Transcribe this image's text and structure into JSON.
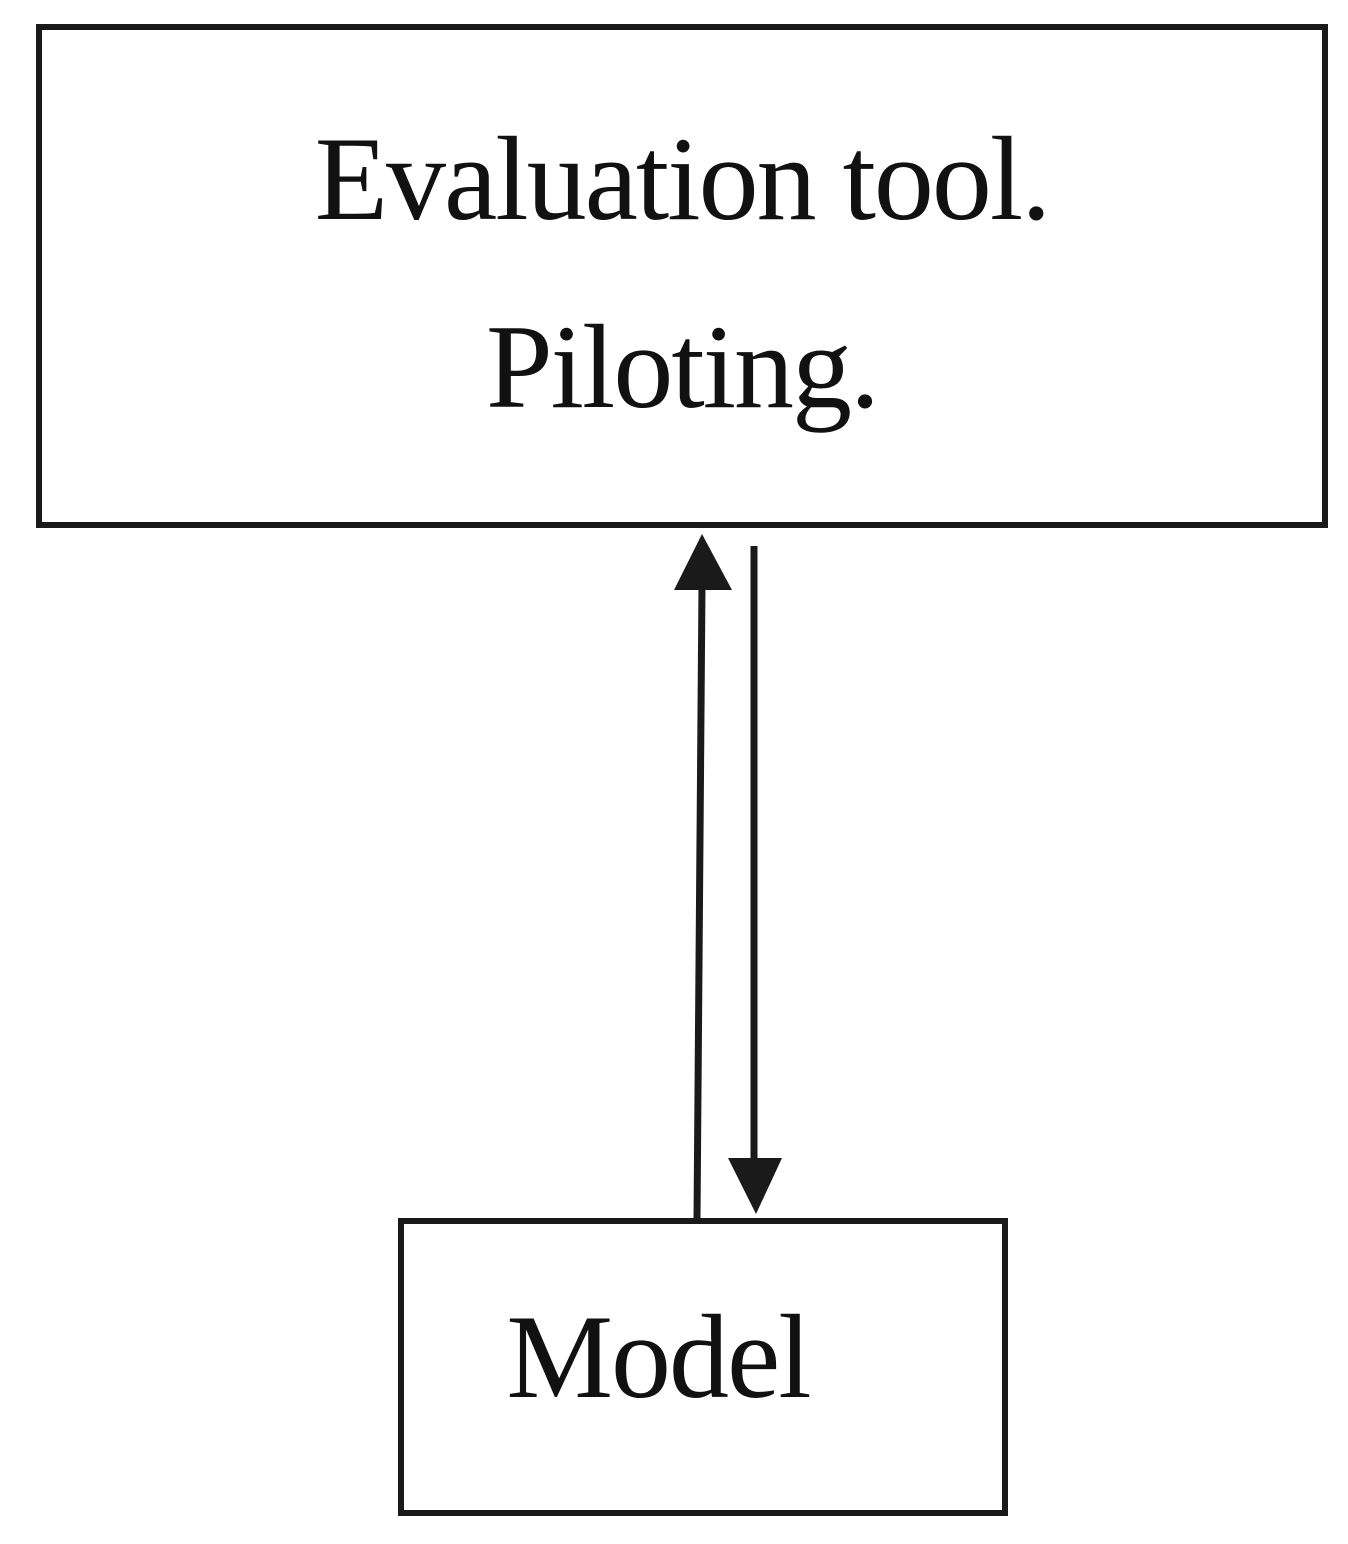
{
  "diagram": {
    "top_box": {
      "line1": "Evaluation tool.",
      "line2": "Piloting."
    },
    "bottom_box": {
      "label": "Model"
    },
    "arrows": [
      {
        "from": "Model",
        "to": "Evaluation tool. Piloting."
      },
      {
        "from": "Evaluation tool. Piloting.",
        "to": "Model"
      }
    ],
    "colors": {
      "stroke": "#1a1a1a",
      "background": "#ffffff"
    }
  }
}
